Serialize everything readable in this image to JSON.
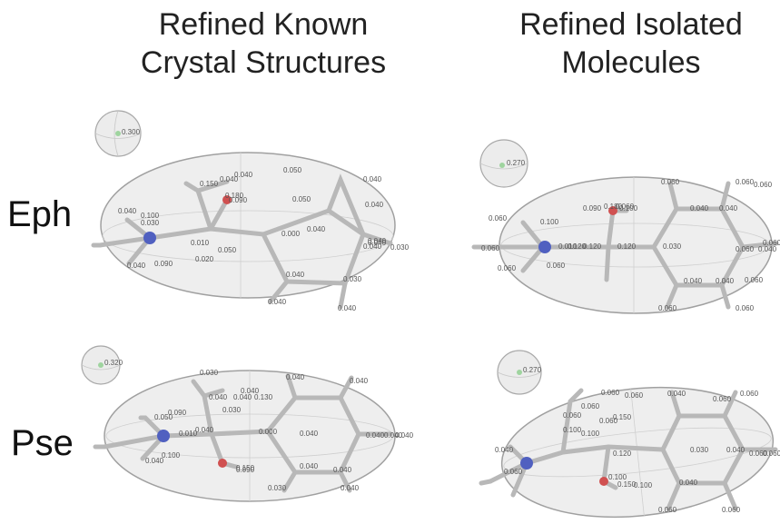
{
  "column_titles": {
    "left": "Refined Known\nCrystal Structures",
    "right": "Refined Isolated\nMolecules"
  },
  "row_labels": {
    "eph": "Eph",
    "pse": "Pse"
  },
  "panels": {
    "eph_crystal": {
      "sphere_value": "0.300",
      "values": [
        "0.040",
        "0.040",
        "0.150",
        "0.180",
        "0.090",
        "0.050",
        "0.040",
        "0.050",
        "0.040",
        "0.040",
        "0.100",
        "0.040",
        "0.030",
        "0.000",
        "0.040",
        "0.030",
        "0.040",
        "0.010",
        "0.040",
        "0.090",
        "0.020",
        "0.050",
        "0.040",
        "0.030",
        "0.040",
        "0.040",
        "0.040"
      ]
    },
    "eph_isolated": {
      "sphere_value": "0.270",
      "values": [
        "0.060",
        "0.060",
        "0.060",
        "0.100",
        "0.090",
        "0.180",
        "0.060",
        "0.100",
        "0.120",
        "0.010",
        "0.120",
        "0.120",
        "0.030",
        "0.040",
        "0.040",
        "0.060",
        "0.040",
        "0.060",
        "0.060",
        "0.060",
        "0.060",
        "0.040",
        "0.040",
        "0.060",
        "0.060",
        "0.060",
        "0.060"
      ]
    },
    "pse_crystal": {
      "sphere_value": "0.320",
      "values": [
        "0.030",
        "0.040",
        "0.040",
        "0.040",
        "0.130",
        "0.040",
        "0.050",
        "0.090",
        "0.030",
        "0.040",
        "0.010",
        "0.000",
        "0.040",
        "0.040",
        "0.040",
        "0.040",
        "0.100",
        "0.040",
        "0.150",
        "0.090",
        "0.040",
        "0.030",
        "0.040",
        "0.040",
        "0.040"
      ]
    },
    "pse_isolated": {
      "sphere_value": "0.270",
      "values": [
        "0.060",
        "0.060",
        "0.060",
        "0.060",
        "0.150",
        "0.060",
        "0.100",
        "0.040",
        "0.060",
        "0.100",
        "0.120",
        "0.030",
        "0.040",
        "0.060",
        "0.060",
        "0.040",
        "0.060",
        "0.100",
        "0.150",
        "0.100",
        "0.040",
        "0.060",
        "0.060",
        "0.060"
      ]
    }
  },
  "colors": {
    "nitrogen": "#5060c0",
    "oxygen": "#d05050",
    "bond": "#b8b8b8",
    "ellipsoid_edge": "#a0a0a0"
  }
}
